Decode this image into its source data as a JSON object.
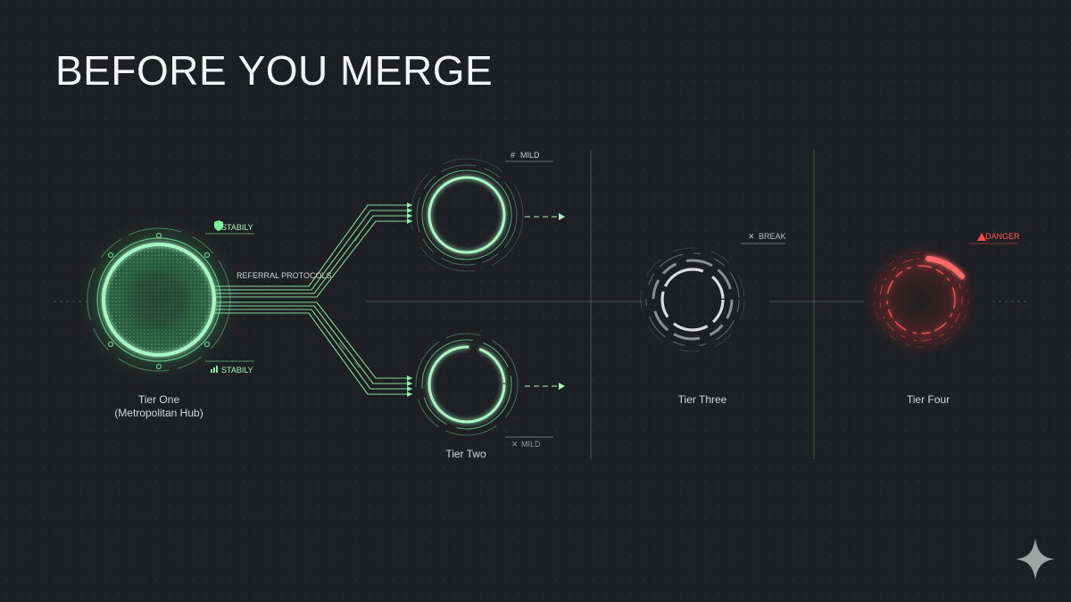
{
  "title": "BEFORE YOU MERGE",
  "colors": {
    "background": "#1e1f22",
    "stable": "#7df0a0",
    "danger": "#ff3b3b",
    "neutral": "#cfcfcf"
  },
  "tiers": {
    "one": {
      "label_line1": "Tier One",
      "label_line2": "(Metropolitan Hub)",
      "badge_top": "STABILY",
      "badge_top_icon": "shield-check-icon",
      "badge_bottom": "STABILY",
      "badge_bottom_icon": "signal-bars-icon"
    },
    "two": {
      "label": "Tier Two",
      "badge_top": "MILD",
      "badge_top_icon": "hash-icon",
      "badge_bottom": "MILD",
      "badge_bottom_icon": "x-icon"
    },
    "three": {
      "label": "Tier Three",
      "badge": "BREAK",
      "badge_icon": "x-icon"
    },
    "four": {
      "label": "Tier Four",
      "badge": "DANGER",
      "badge_icon": "warning-triangle-icon"
    }
  },
  "connector_label": "REFERRAL PROTOCOLS",
  "logo_icon": "sparkle-icon"
}
